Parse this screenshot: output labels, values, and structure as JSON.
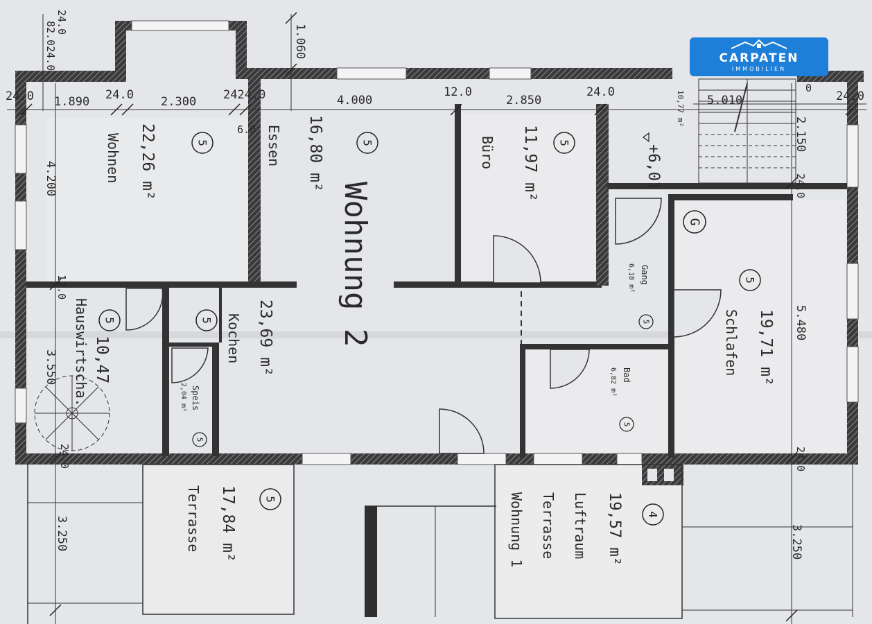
{
  "logo": {
    "brand": "CARPATEN",
    "sub": "IMMOBILIEN"
  },
  "rooms": [
    {
      "id": "wohnen",
      "name": "Wohnen",
      "area": "22,26 m²",
      "badge": "5"
    },
    {
      "id": "essen",
      "name": "Essen",
      "area": "16,80 m²",
      "badge": "5"
    },
    {
      "id": "buero",
      "name": "Büro",
      "area": "11,97 m²",
      "badge": "5"
    },
    {
      "id": "kochen",
      "name": "Kochen",
      "area": "23,69 m²",
      "badge": "5"
    },
    {
      "id": "hauswirtschaft",
      "name": "Hauswirtscha.",
      "area": "10,47",
      "badge": "5"
    },
    {
      "id": "speis",
      "name": "Speis",
      "area": "2,04 m²",
      "badge": "5"
    },
    {
      "id": "gang",
      "name": "Gang",
      "area": "6,18 m²",
      "badge": "5"
    },
    {
      "id": "bad",
      "name": "Bad",
      "area": "6,82 m²",
      "badge": "5"
    },
    {
      "id": "schlafen",
      "name": "Schlafen",
      "area": "19,71 m²",
      "badge": "5"
    },
    {
      "id": "terrasse",
      "name": "Terrasse",
      "area": "17,84 m²",
      "badge": "5"
    },
    {
      "id": "stair",
      "name": "G",
      "area": "+6,01",
      "badge": ""
    }
  ],
  "wohnung2": "Wohnung 2",
  "luftraum": {
    "lines": [
      "19,57 m²",
      "Luftraum",
      "Terrasse",
      "Wohnung 1"
    ],
    "badge": "4"
  },
  "dims": {
    "d_24_0_l": "24.0",
    "d_1890": "1.890",
    "d_24_0_a": "24.0",
    "d_2300": "2.300",
    "d_24_0_b": "2424.0",
    "d_6_0": "6.0",
    "d_4000": "4.000",
    "d_12_0": "12.0",
    "d_2850": "2.850",
    "d_24_0_c": "24.0",
    "d_5010": "5.010",
    "d_24_0_r": "24.0",
    "d_0": "0",
    "d_2150": "2.150",
    "d_24_0_s": "24.0",
    "d_1060": "1.060",
    "d_top_l": "24.0",
    "d_top_l2": "82.024.0",
    "d_4200": "4.200",
    "d_12_0_l": "12.0",
    "d_3550": "3.550",
    "d_24_0_ll": "24.0",
    "d_5480": "5.480",
    "d_24_0_lr": "24.0",
    "d_3250_l": "3.250",
    "d_3250_r": "3.250",
    "d_1077": "10,77 m²"
  }
}
